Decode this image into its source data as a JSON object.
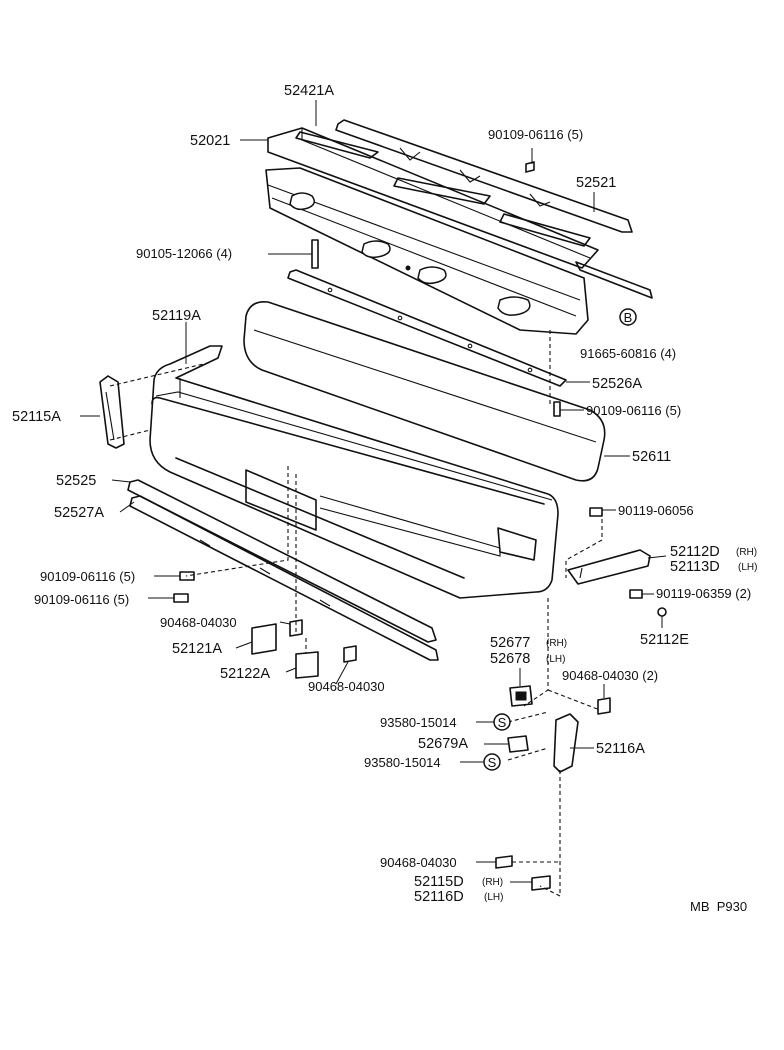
{
  "labels": {
    "p52421A": "52421A",
    "p52021": "52021",
    "p90109_top": "90109-06116 (5)",
    "p52521": "52521",
    "p90105": "90105-12066 (4)",
    "p91665": "91665-60816 (4)",
    "p52119A": "52119A",
    "p52526A": "52526A",
    "p90109_mid": "90109-06116 (5)",
    "p52115A": "52115A",
    "p52611": "52611",
    "p52525": "52525",
    "p52527A": "52527A",
    "p90119_06056": "90119-06056",
    "p52112D": "52112D",
    "p52112D_side": "(RH)",
    "p52113D": "52113D",
    "p52113D_side": "(LH)",
    "p90109_l1": "90109-06116 (5)",
    "p90109_l2": "90109-06116 (5)",
    "p90119_06359": "90119-06359 (2)",
    "p90468_a": "90468-04030",
    "p52112E": "52112E",
    "p52121A": "52121A",
    "p52677": "52677",
    "p52677_side": "(RH)",
    "p52678": "52678",
    "p52678_side": "(LH)",
    "p52122A": "52122A",
    "p90468_b": "90468-04030",
    "p90468_c": "90468-04030 (2)",
    "p93580_a": "93580-15014",
    "p52679A": "52679A",
    "p52116A": "52116A",
    "p93580_b": "93580-15014",
    "p90468_d": "90468-04030",
    "p52115D": "52115D",
    "p52115D_side": "(RH)",
    "p52116D": "52116D",
    "p52116D_side": "(LH)"
  },
  "symbols": {
    "bolt_b": "B",
    "screw_s1": "S",
    "screw_s2": "S"
  },
  "footer": {
    "code": "MB  P930"
  }
}
